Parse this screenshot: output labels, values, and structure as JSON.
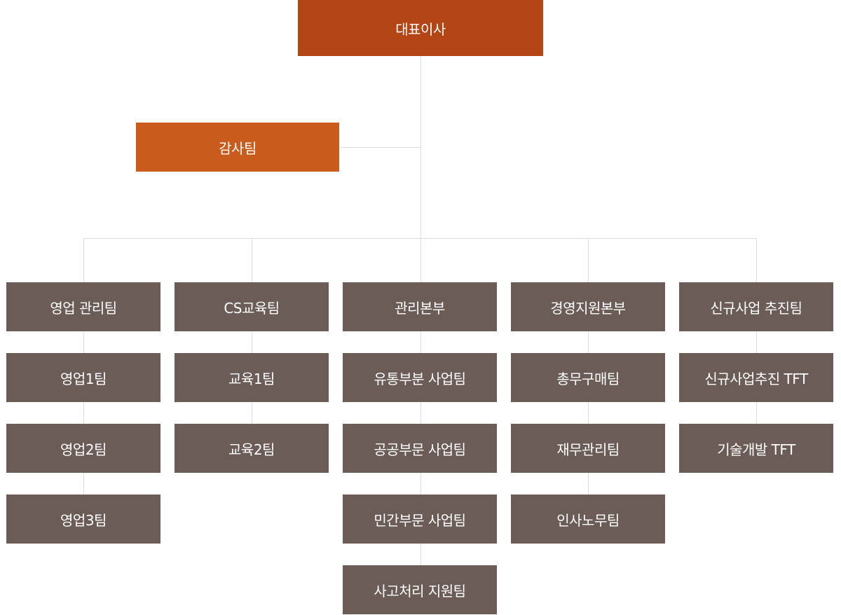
{
  "ceo": "대표이사",
  "audit": "감사팀",
  "colors": {
    "ceo": "#b44515",
    "audit": "#c95b1c",
    "dept": "#6b5c57",
    "line": "#dcdcdc"
  },
  "columns": [
    {
      "head": "영업 관리팀",
      "teams": [
        "영업1팀",
        "영업2팀",
        "영업3팀"
      ]
    },
    {
      "head": "CS교육팀",
      "teams": [
        "교육1팀",
        "교육2팀"
      ]
    },
    {
      "head": "관리본부",
      "teams": [
        "유통부분 사업팀",
        "공공부문 사업팀",
        "민간부문 사업팀",
        "사고처리 지원팀"
      ]
    },
    {
      "head": "경영지원본부",
      "teams": [
        "총무구매팀",
        "재무관리팀",
        "인사노무팀"
      ]
    },
    {
      "head": "신규사업 추진팀",
      "teams": [
        "신규사업추진 TFT",
        "기술개발 TFT"
      ]
    }
  ]
}
